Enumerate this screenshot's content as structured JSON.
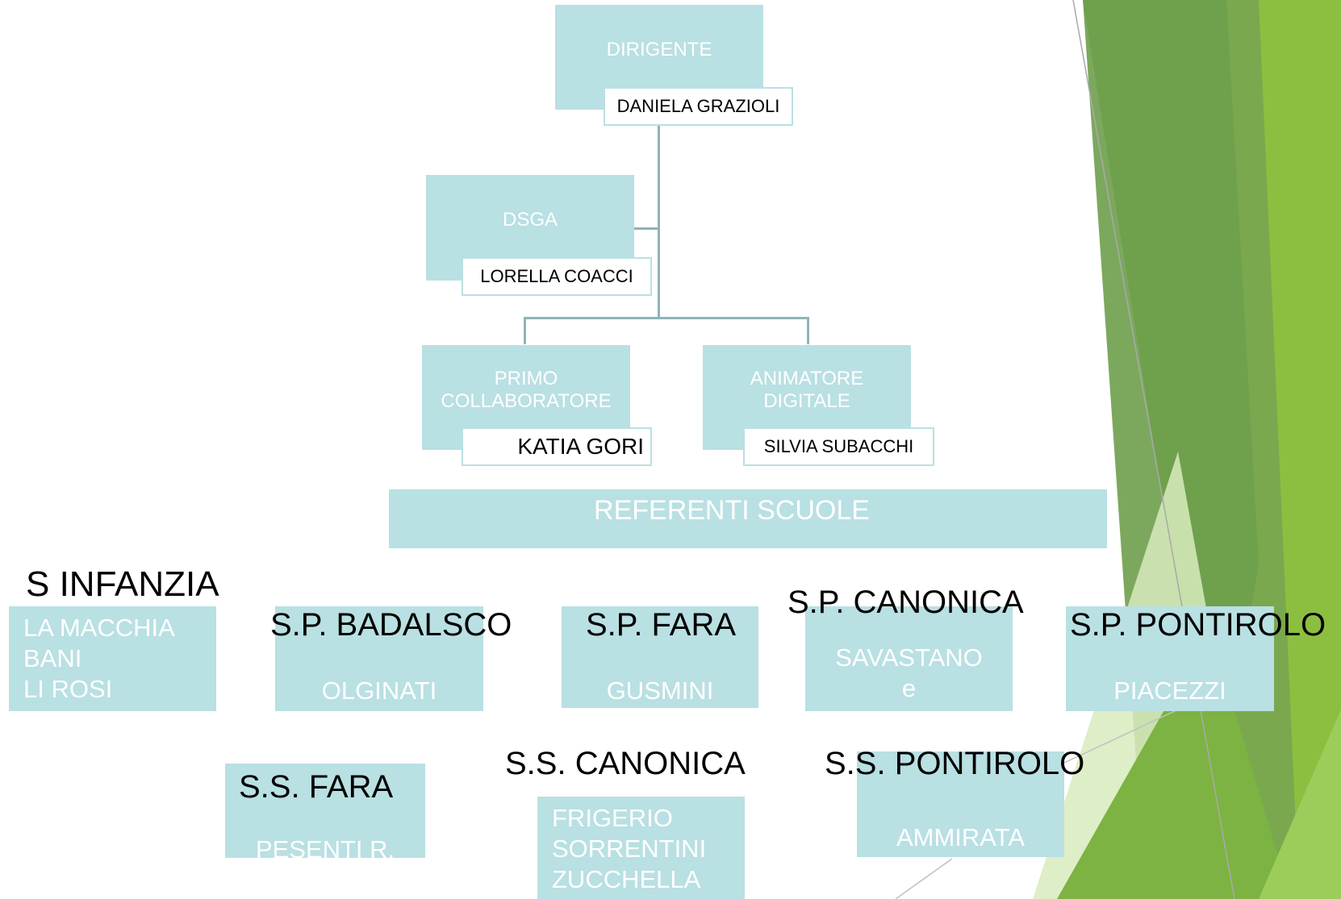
{
  "colors": {
    "box_fill": "#b9e0e3",
    "box_text": "#ffffff",
    "connector": "#8fb4b6",
    "accent_dark_green": "#5c8f3a",
    "accent_green": "#7cb342",
    "accent_light_green": "#d4e9b4"
  },
  "org": {
    "dirigente": {
      "title": "DIRIGENTE",
      "name": "DANIELA GRAZIOLI"
    },
    "dsga": {
      "title": "DSGA",
      "name": "LORELLA COACCI"
    },
    "primo_collaboratore": {
      "title_line1": "PRIMO",
      "title_line2": "COLLABORATORE",
      "name": "KATIA GORI"
    },
    "animatore_digitale": {
      "title_line1": "ANIMATORE",
      "title_line2": "DIGITALE",
      "name": "SILVIA SUBACCHI"
    },
    "referenti": {
      "title": "REFERENTI SCUOLE"
    }
  },
  "schools": {
    "infanzia": {
      "label": "S INFANZIA",
      "names": [
        "LA MACCHIA",
        "BANI",
        "LI ROSI"
      ]
    },
    "sp_badalsco": {
      "label": "S.P. BADALSCO",
      "names": [
        "OLGINATI"
      ]
    },
    "sp_fara": {
      "label": "S.P. FARA",
      "names": [
        "GUSMINI"
      ]
    },
    "sp_canonica": {
      "label": "S.P. CANONICA",
      "names": [
        "SAVASTANO",
        "e"
      ]
    },
    "sp_pontirolo": {
      "label": "S.P. PONTIROLO",
      "names": [
        "PIACEZZI"
      ]
    },
    "ss_fara": {
      "label": "S.S. FARA",
      "names": [
        "PESENTI R."
      ]
    },
    "ss_canonica": {
      "label": "S.S. CANONICA",
      "names": [
        "FRIGERIO",
        "SORRENTINI",
        "ZUCCHELLA"
      ]
    },
    "ss_pontirolo": {
      "label": "S.S. PONTIROLO",
      "names": [
        "AMMIRATA"
      ]
    }
  }
}
